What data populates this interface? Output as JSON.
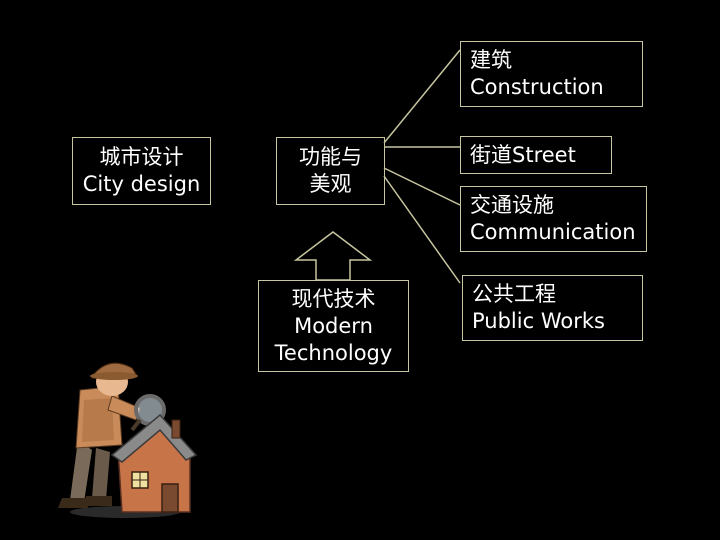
{
  "nodes": {
    "city": {
      "zh": "城市设计",
      "en": "City design"
    },
    "function": {
      "line1": "功能与",
      "line2": "美观"
    },
    "tech": {
      "zh": "现代技术",
      "en1": "Modern",
      "en2": "Technology"
    },
    "construction": {
      "zh": "建筑",
      "en": "Construction"
    },
    "street": {
      "label": "街道Street"
    },
    "communication": {
      "zh": "交通设施",
      "en": "Communication"
    },
    "public": {
      "zh": "公共工程",
      "en": "Public Works"
    }
  },
  "colors": {
    "line": "#c8c6a0",
    "background": "#000000",
    "text": "#ffffff"
  },
  "illustration": "detective-with-magnifying-glass-and-house"
}
